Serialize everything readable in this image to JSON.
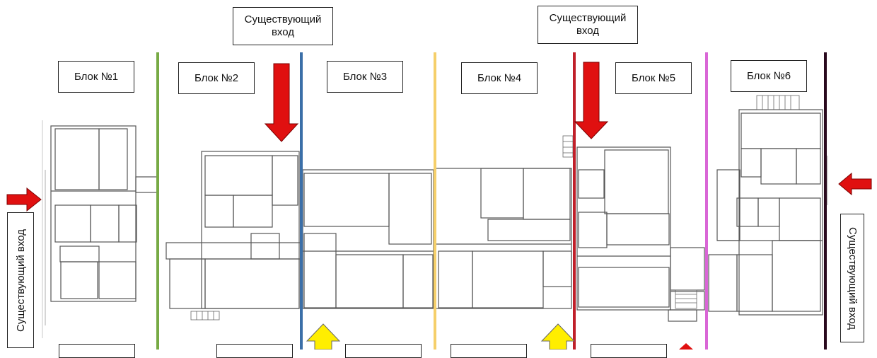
{
  "title": {
    "entrance_top_left": "Существующий вход",
    "entrance_top_right": "Существующий вход",
    "entrance_left": "Существующий вход",
    "entrance_right": "Существующий вход"
  },
  "blocks": [
    {
      "label": "Блок №1"
    },
    {
      "label": "Блок №2"
    },
    {
      "label": "Блок №3"
    },
    {
      "label": "Блок №4"
    },
    {
      "label": "Блок №5"
    },
    {
      "label": "Блок №6"
    }
  ],
  "colors": {
    "divider_1": "#77aa44",
    "divider_2": "#3b6fa8",
    "divider_3": "#f5cf6a",
    "divider_4": "#c0202a",
    "divider_5": "#d966d6",
    "divider_6": "#2a0a1e",
    "arrow_red": "#e01010",
    "arrow_yellow": "#ffee00",
    "plan_line": "#444444"
  }
}
